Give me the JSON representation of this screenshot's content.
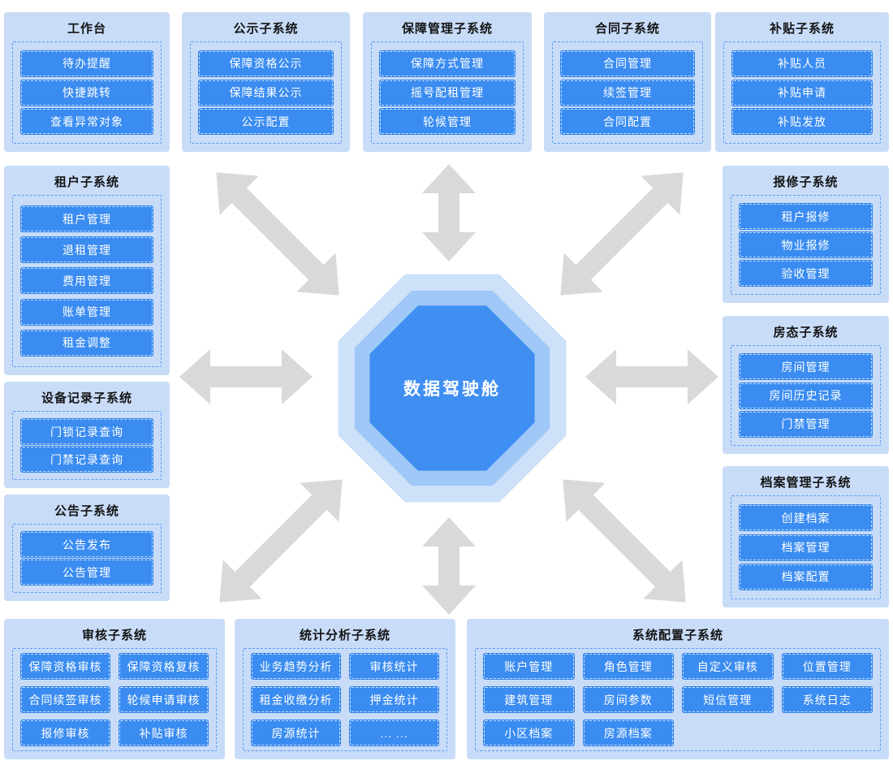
{
  "center": {
    "label": "数据驾驶舱"
  },
  "colors": {
    "accent_blue": "#3a8cf1",
    "panel_bg": "#c8dcf8",
    "dashed_border": "#5d9cf5",
    "arrow_gray": "#d9d9d9",
    "octagon_outer": "#cde1f9",
    "octagon_middle": "#9fc7f7",
    "octagon_inner": "#3f8ff2"
  },
  "panels": {
    "workbench": {
      "title": "工作台",
      "items": [
        "待办提醒",
        "快捷跳转",
        "查看异常对象"
      ]
    },
    "publicity": {
      "title": "公示子系统",
      "items": [
        "保障资格公示",
        "保障结果公示",
        "公示配置"
      ]
    },
    "guarantee": {
      "title": "保障管理子系统",
      "items": [
        "保障方式管理",
        "摇号配租管理",
        "轮候管理"
      ]
    },
    "contract": {
      "title": "合同子系统",
      "items": [
        "合同管理",
        "续签管理",
        "合同配置"
      ]
    },
    "subsidy": {
      "title": "补贴子系统",
      "items": [
        "补贴人员",
        "补贴申请",
        "补贴发放"
      ]
    },
    "tenant": {
      "title": "租户子系统",
      "items": [
        "租户管理",
        "退租管理",
        "费用管理",
        "账单管理",
        "租金调整"
      ]
    },
    "device": {
      "title": "设备记录子系统",
      "items": [
        "门锁记录查询",
        "门禁记录查询"
      ]
    },
    "announce": {
      "title": "公告子系统",
      "items": [
        "公告发布",
        "公告管理"
      ]
    },
    "repair": {
      "title": "报修子系统",
      "items": [
        "租户报修",
        "物业报修",
        "验收管理"
      ]
    },
    "roomstate": {
      "title": "房态子系统",
      "items": [
        "房间管理",
        "房间历史记录",
        "门禁管理"
      ]
    },
    "archive": {
      "title": "档案管理子系统",
      "items": [
        "创建档案",
        "档案管理",
        "档案配置"
      ]
    },
    "audit": {
      "title": "审核子系统",
      "items": [
        "保障资格审核",
        "保障资格复核",
        "合同续签审核",
        "轮候申请审核",
        "报修审核",
        "补贴审核"
      ]
    },
    "stats": {
      "title": "统计分析子系统",
      "items": [
        "业务趋势分析",
        "审核统计",
        "租金收缴分析",
        "押金统计",
        "房源统计",
        "... ..."
      ]
    },
    "sysconfig": {
      "title": "系统配置子系统",
      "items": [
        "账户管理",
        "角色管理",
        "自定义审核",
        "位置管理",
        "建筑管理",
        "房间参数",
        "短信管理",
        "系统日志",
        "小区档案",
        "房源档案"
      ]
    }
  }
}
